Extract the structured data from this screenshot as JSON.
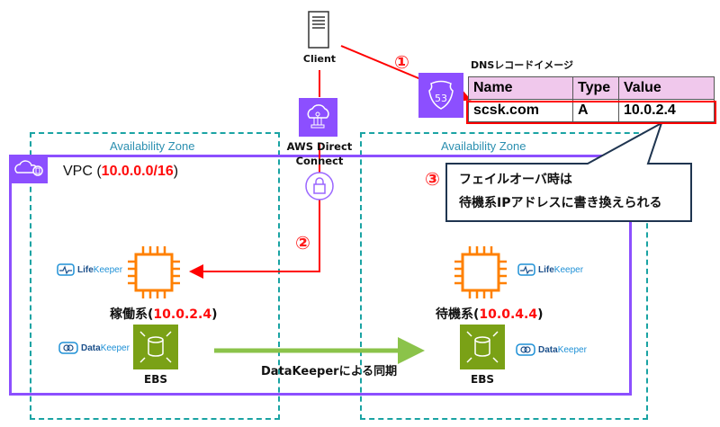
{
  "client": {
    "label": "Client",
    "icon": "server-icon"
  },
  "direct_connect": {
    "label_line1": "AWS Direct",
    "label_line2": "Connect",
    "icon": "direct-connect-icon"
  },
  "route53": {
    "icon": "route53-icon",
    "badge": "53"
  },
  "dns_table": {
    "title": "DNSレコードイメージ",
    "headers": [
      "Name",
      "Type",
      "Value"
    ],
    "rows": [
      [
        "scsk.com",
        "A",
        "10.0.2.4"
      ]
    ]
  },
  "callout": {
    "line1": "フェイルオーバ時は",
    "line2": "待機系IPアドレスに書き換えられる"
  },
  "steps": [
    "①",
    "②",
    "③"
  ],
  "az_left": {
    "label": "Availability Zone"
  },
  "az_right": {
    "label": "Availability Zone"
  },
  "vpc": {
    "prefix": "VPC (",
    "cidr": "10.0.0.0/16",
    "suffix": ")"
  },
  "primary": {
    "name": "稼働系(",
    "ip": "10.0.2.4",
    "suffix": ")"
  },
  "standby": {
    "name": "待機系(",
    "ip": "10.0.4.4",
    "suffix": ")"
  },
  "lifekeeper": {
    "a": "Life",
    "b": "Keeper"
  },
  "datakeeper": {
    "a": "Data",
    "b": "Keeper"
  },
  "ebs_label": "EBS",
  "sync_label": "DataKeeperによる同期",
  "colors": {
    "vpc": "#8c4fff",
    "az": "#1aa3a3",
    "ec2": "#ff8000",
    "ebs": "#7aa116",
    "arrow_red": "#ff0000",
    "sync": "#8bc34a"
  }
}
